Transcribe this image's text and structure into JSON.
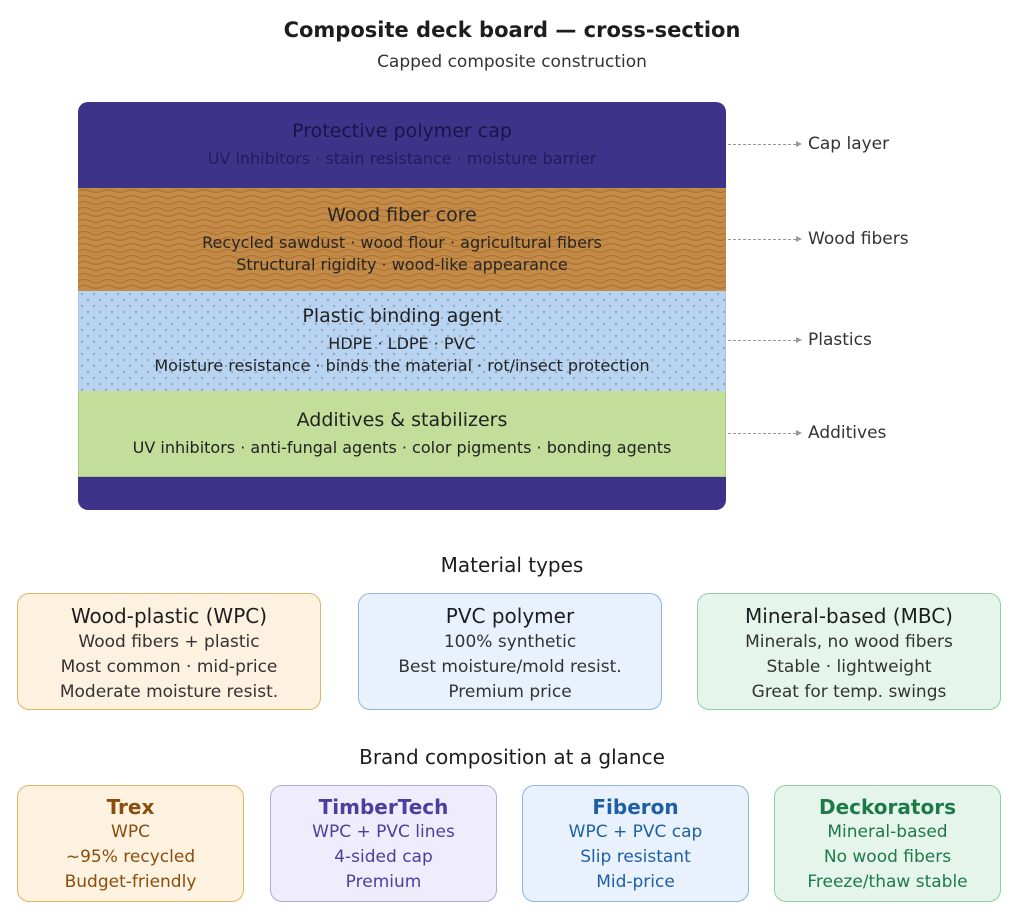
{
  "title": "Composite deck board — cross-section",
  "subtitle": "Capped composite construction",
  "layers": {
    "cap": {
      "title": "Protective polymer cap",
      "lines": [
        "UV inhibitors · stain resistance · moisture barrier"
      ],
      "callout": "Cap layer",
      "color": "#3d3489"
    },
    "wood": {
      "title": "Wood fiber core",
      "lines": [
        "Recycled sawdust · wood flour · agricultural fibers",
        "Structural rigidity · wood-like appearance"
      ],
      "callout": "Wood fibers",
      "color": "#c48a47"
    },
    "plastic": {
      "title": "Plastic binding agent",
      "lines": [
        "HDPE · LDPE · PVC",
        "Moisture resistance · binds the material · rot/insect protection"
      ],
      "callout": "Plastics",
      "color": "#b9d4f1"
    },
    "additives": {
      "title": "Additives & stabilizers",
      "lines": [
        "UV inhibitors · anti-fungal agents · color pigments · bonding agents"
      ],
      "callout": "Additives",
      "color": "#c3de9a"
    }
  },
  "material_types": {
    "heading": "Material types",
    "cards": [
      {
        "title": "Wood-plastic (WPC)",
        "lines": [
          "Wood fibers + plastic",
          "Most common · mid-price",
          "Moderate moisture resist."
        ]
      },
      {
        "title": "PVC polymer",
        "lines": [
          "100% synthetic",
          "Best moisture/mold resist.",
          "Premium price"
        ]
      },
      {
        "title": "Mineral-based (MBC)",
        "lines": [
          "Minerals, no wood fibers",
          "Stable · lightweight",
          "Great for temp. swings"
        ]
      }
    ]
  },
  "brands": {
    "heading": "Brand composition at a glance",
    "cards": [
      {
        "title": "Trex",
        "lines": [
          "WPC",
          "~95% recycled",
          "Budget-friendly"
        ]
      },
      {
        "title": "TimberTech",
        "lines": [
          "WPC + PVC lines",
          "4-sided cap",
          "Premium"
        ]
      },
      {
        "title": "Fiberon",
        "lines": [
          "WPC + PVC cap",
          "Slip resistant",
          "Mid-price"
        ]
      },
      {
        "title": "Deckorators",
        "lines": [
          "Mineral-based",
          "No wood fibers",
          "Freeze/thaw stable"
        ]
      }
    ]
  }
}
